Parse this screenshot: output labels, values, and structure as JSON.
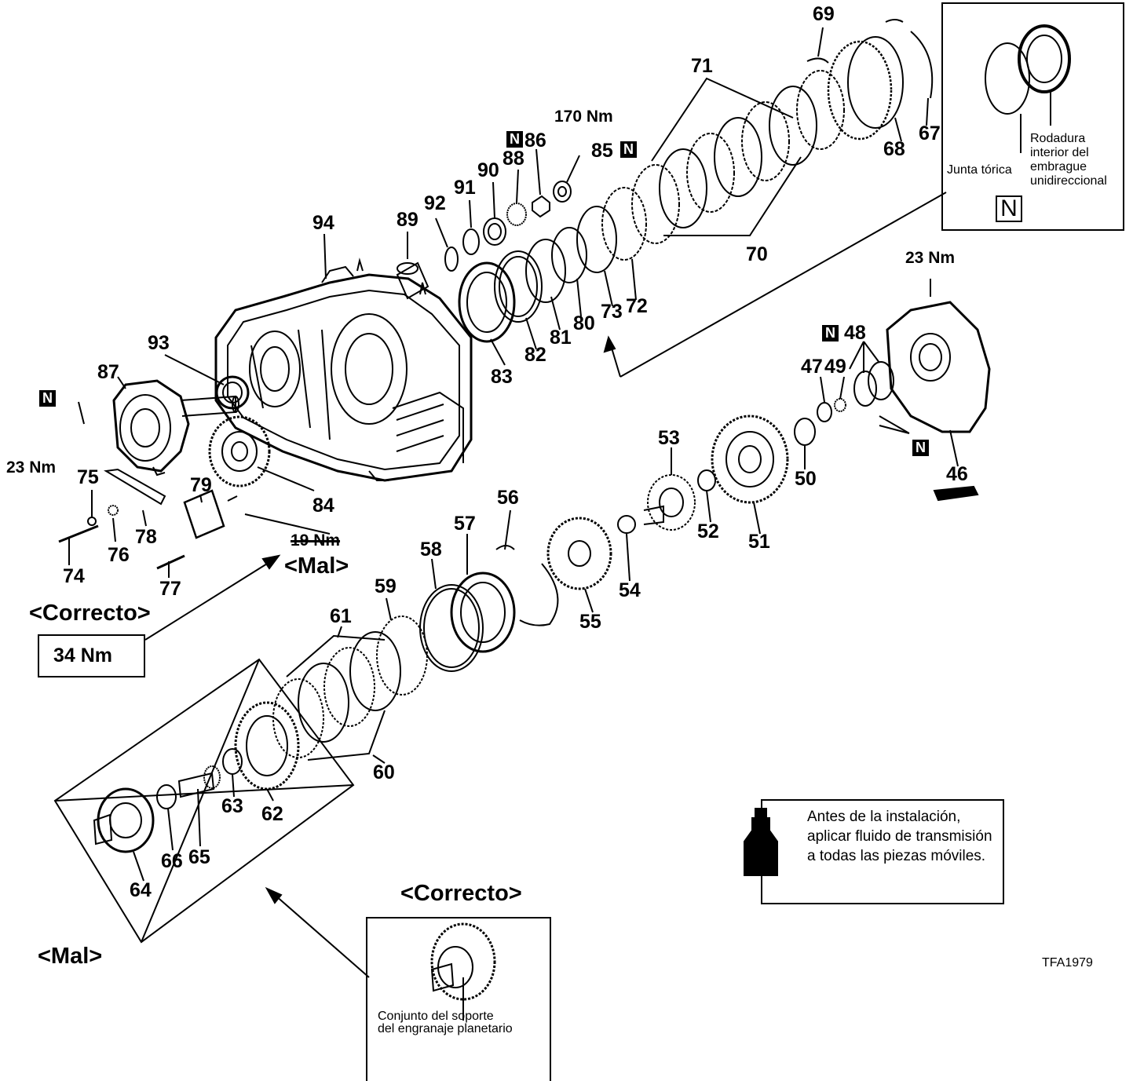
{
  "part_numbers": [
    "46",
    "47",
    "48",
    "49",
    "50",
    "51",
    "52",
    "53",
    "54",
    "55",
    "56",
    "57",
    "58",
    "59",
    "60",
    "61",
    "62",
    "63",
    "64",
    "65",
    "66",
    "67",
    "68",
    "69",
    "70",
    "71",
    "72",
    "73",
    "74",
    "75",
    "76",
    "77",
    "78",
    "79",
    "80",
    "81",
    "82",
    "83",
    "84",
    "85",
    "86",
    "87",
    "88",
    "89",
    "90",
    "91",
    "92",
    "93",
    "94"
  ],
  "torque": {
    "t170": "170 Nm",
    "t23_top": "23 Nm",
    "t23_left": "23 Nm",
    "t19_wrong": "19 Nm",
    "t34_correct": "34 Nm"
  },
  "n_symbol": "N",
  "callouts": {
    "correcto_upper": "<Correcto>",
    "mal_upper": "<Mal>",
    "correcto_lower": "<Correcto>",
    "mal_lower": "<Mal>"
  },
  "inset_top_right": {
    "label_oring": "Junta tórica",
    "label_race": [
      "Rodadura",
      "interior del",
      "embrague",
      "unidireccional"
    ]
  },
  "inset_planetary": {
    "label": [
      "Conjunto del soporte",
      "del engranaje planetario"
    ]
  },
  "note": {
    "text": "Antes de la instalación, aplicar fluido de transmisión a todas las piezas móviles."
  },
  "figure_code": "TFA1979"
}
